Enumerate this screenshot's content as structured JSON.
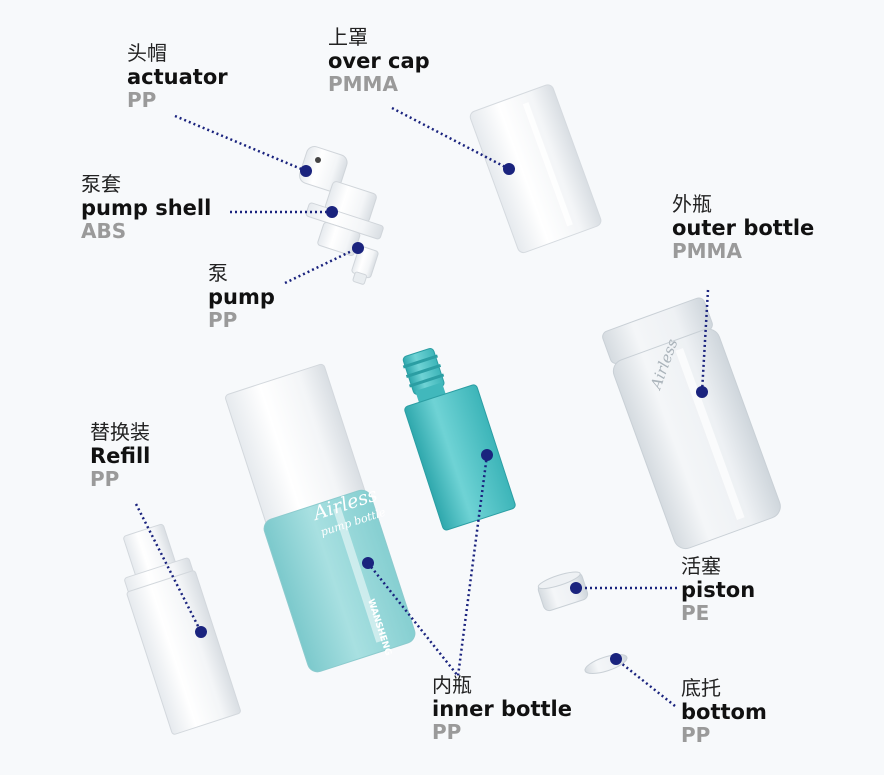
{
  "labels": {
    "actuator": {
      "zh": "头帽",
      "en": "actuator",
      "material": "PP"
    },
    "over_cap": {
      "zh": "上罩",
      "en": "over cap",
      "material": "PMMA"
    },
    "pump_shell": {
      "zh": "泵套",
      "en": "pump shell",
      "material": "ABS"
    },
    "pump": {
      "zh": "泵",
      "en": "pump",
      "material": "PP"
    },
    "outer_bottle": {
      "zh": "外瓶",
      "en": "outer bottle",
      "material": "PMMA"
    },
    "refill": {
      "zh": "替换装",
      "en": "Refill",
      "material": "PP"
    },
    "piston": {
      "zh": "活塞",
      "en": "piston",
      "material": "PE"
    },
    "inner_bottle": {
      "zh": "内瓶",
      "en": "inner bottle",
      "material": "PP"
    },
    "bottom": {
      "zh": "底托",
      "en": "bottom",
      "material": "PP"
    }
  },
  "product_print": {
    "brand_script": "Airless",
    "subtitle": "pump bottle",
    "maker": "WANSHENG"
  },
  "colors": {
    "leader_dot": "#1a237e",
    "bottle_teal": "#4fc3c6",
    "material_text": "#9a9a9a"
  }
}
